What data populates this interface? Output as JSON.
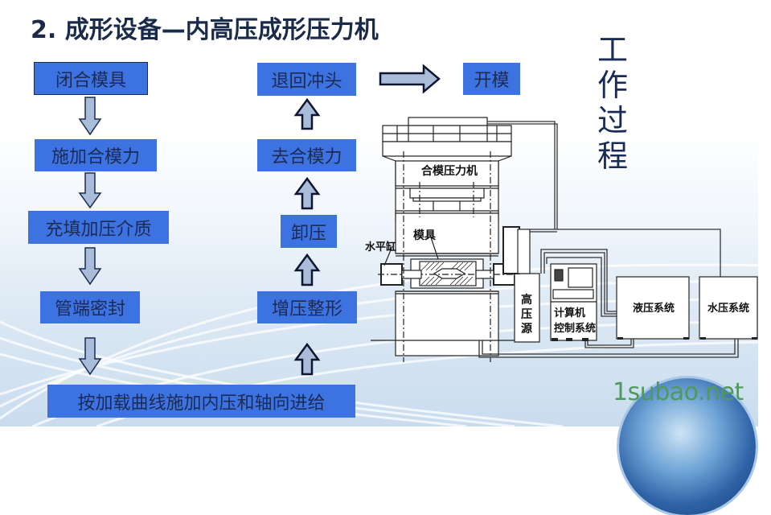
{
  "title": "2. 成形设备—内高压成形压力机",
  "side_title": [
    "工",
    "作",
    "过",
    "程"
  ],
  "flow": {
    "left_column": [
      {
        "label": "闭合模具"
      },
      {
        "label": "施加合模力"
      },
      {
        "label": "充填加压介质"
      },
      {
        "label": "管端密封"
      }
    ],
    "bottom": {
      "label": "按加载曲线施加内压和轴向进给"
    },
    "right_column": [
      {
        "label": "增压整形"
      },
      {
        "label": "卸压"
      },
      {
        "label": "去合模力"
      },
      {
        "label": "退回冲头"
      }
    ],
    "final": {
      "label": "开模"
    }
  },
  "machine_diagram": {
    "labels": {
      "press": "合模压力机",
      "die": "模具",
      "horizontal_cylinder": "水平缸",
      "high_pressure_source": [
        "高",
        "压",
        "源"
      ],
      "computer_control": [
        "计算机",
        "控制系统"
      ],
      "hydraulic_system": "液压系统",
      "water_pressure_system": "水压系统"
    }
  },
  "colors": {
    "box_fill": "#3d73e0",
    "box_text": "#1c2a55",
    "arrow_fill": "#a9bcd8",
    "arrow_stroke": "#1c2a55",
    "title": "#1a2b4a",
    "watermark": "#4e9a5c"
  },
  "watermark": "1subao.net"
}
